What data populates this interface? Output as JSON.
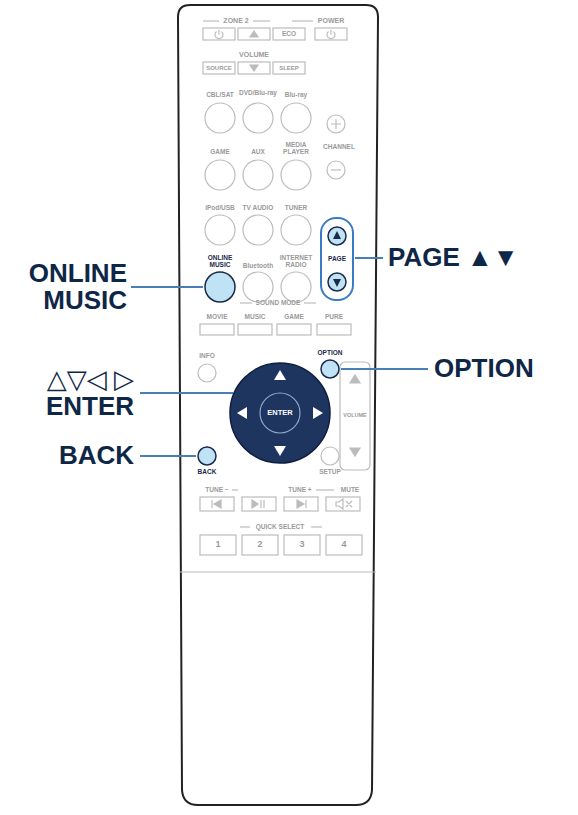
{
  "diagram": {
    "labels": [
      "ZONE 2",
      "POWER",
      "ECO",
      "VOLUME",
      "SOURCE",
      "SLEEP",
      "CBL/SAT",
      "DVD/Blu-ray",
      "Blu-ray",
      "GAME",
      "AUX",
      "MEDIA PLAYER",
      "CHANNEL",
      "iPod/USB",
      "TV AUDIO",
      "TUNER",
      "ONLINE MUSIC",
      "Bluetooth",
      "INTERNET RADIO",
      "PAGE",
      "SOUND MODE",
      "MOVIE",
      "MUSIC",
      "GAME",
      "PURE",
      "INFO",
      "OPTION",
      "ENTER",
      "VOLUME",
      "BACK",
      "SETUP",
      "TUNE −",
      "TUNE +",
      "MUTE",
      "QUICK SELECT",
      "1",
      "2",
      "3",
      "4",
      "ONLINE MUSIC",
      "PAGE ▲▼",
      "OPTION",
      "△▽◁ ▷ ENTER",
      "BACK"
    ]
  }
}
